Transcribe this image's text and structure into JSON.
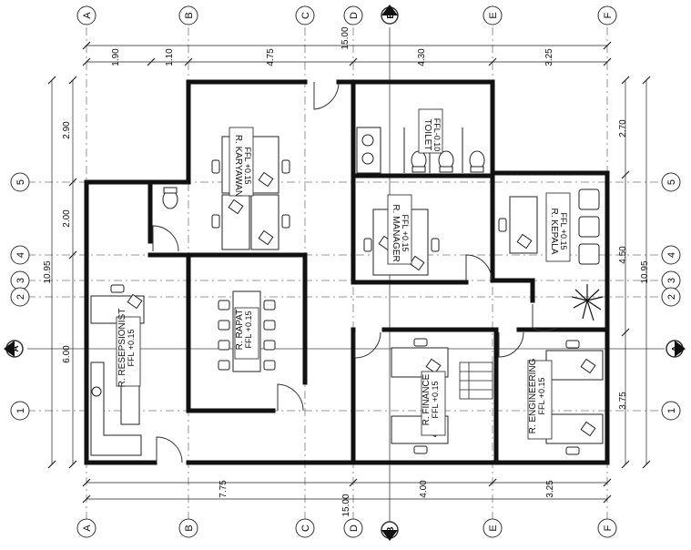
{
  "axes_x": [
    {
      "label": "A"
    },
    {
      "label": "B"
    },
    {
      "label": "C"
    },
    {
      "label": "D"
    },
    {
      "label": "E"
    },
    {
      "label": "F"
    }
  ],
  "axes_y": [
    {
      "label": "5"
    },
    {
      "label": "4"
    },
    {
      "label": "3"
    },
    {
      "label": "2"
    },
    {
      "label": "1"
    }
  ],
  "section_marks": {
    "vertical": "B",
    "horizontal": "A"
  },
  "dimensions": {
    "top_total": "15.00",
    "top_segments": [
      "1.90",
      "1.10",
      "4.75",
      "4.30",
      "3.25"
    ],
    "bottom_total": "15.00",
    "bottom_segments": [
      "7.75",
      "4.00",
      "3.25"
    ],
    "left_total": "10.95",
    "left_segments": [
      "2.90",
      "2.00",
      "6.00"
    ],
    "right_total": "10.95",
    "right_segments": [
      "2.70",
      "4.50",
      "3.75"
    ]
  },
  "rooms": {
    "karyawan": {
      "name": "R. KARYAWAN",
      "level": "FFL +0.15"
    },
    "toilet": {
      "name": "TOILET",
      "level": "FFL-0.10"
    },
    "manager": {
      "name": "R. MANAGER",
      "level": "FFL +0.15"
    },
    "kepala": {
      "name": "R. KEPALA",
      "level": "FFL +0.15"
    },
    "resepsionist": {
      "name": "R. RESEPSIONIST",
      "level": "FFL +0.15"
    },
    "rapat": {
      "name": "R. RAPAT",
      "level": "FFL +0.15"
    },
    "finance": {
      "name": "R. FINANCE",
      "level": "FFL +0.15"
    },
    "engineering": {
      "name": "R. ENGINEERING",
      "level": "FFL +0.15"
    }
  }
}
